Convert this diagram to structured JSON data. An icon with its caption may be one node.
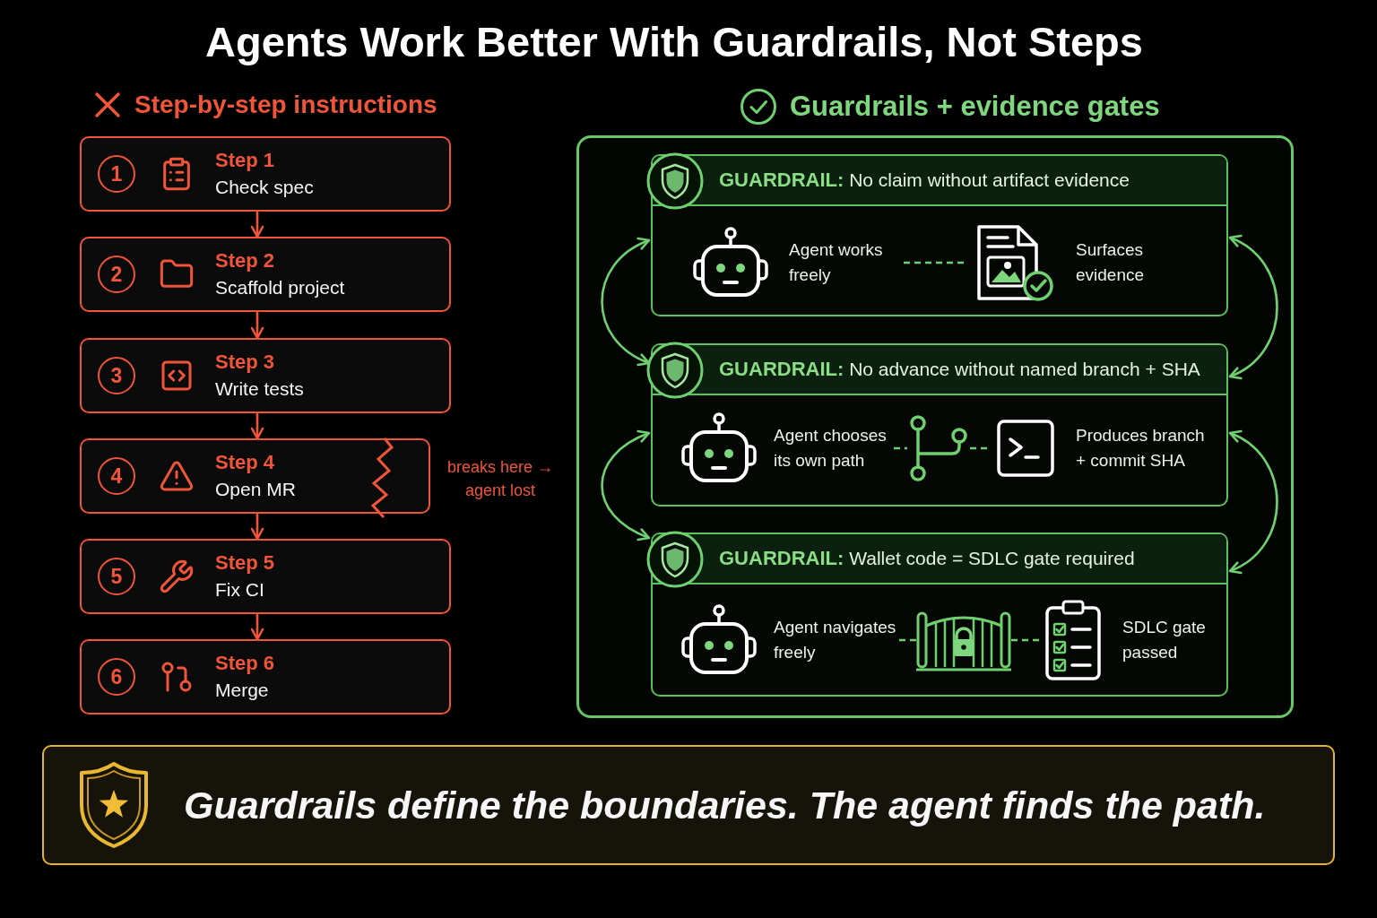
{
  "diagram": {
    "title": "Agents Work Better With Guardrails, Not Steps",
    "nodes": [
      {
        "text": [
          "1",
          "Step 1",
          "Check spec"
        ]
      },
      {
        "text": [
          "2",
          "Step 2",
          "Scaffold project"
        ]
      },
      {
        "text": [
          "3",
          "Step 3",
          "Write tests"
        ]
      },
      {
        "text": [
          "4",
          "Step 4",
          "Open MR"
        ],
        "beside": [
          "breaks here → agent lost"
        ]
      },
      {
        "text": [
          "5",
          "Step 5",
          "Fix CI"
        ]
      },
      {
        "text": [
          "6",
          "Step 6",
          "Merge"
        ]
      },
      {
        "text": [
          "Guardrails + evidence gates"
        ]
      },
      {
        "text": [
          "**GUARDRAIL:** No claim without artifact evidence"
        ],
        "in": 6
      },
      {
        "text": [
          "Agent works freely"
        ],
        "in": 7
      },
      {
        "text": [
          "Surfaces evidence"
        ],
        "in": 7
      },
      {
        "text": [
          "**GUARDRAIL:** No advance without named branch + SHA"
        ],
        "in": 6
      },
      {
        "text": [
          "Agent chooses its own path"
        ],
        "in": 10
      },
      {
        "text": [],
        "shape": "picture",
        "in": 10
      },
      {
        "text": [
          "Produces branch + commit SHA"
        ],
        "in": 10
      },
      {
        "text": [
          "**GUARDRAIL:** Wallet code = SDLC gate required"
        ],
        "in": 6
      },
      {
        "text": [
          "Agent navigates freely"
        ],
        "in": 14
      },
      {
        "text": [],
        "shape": "picture",
        "in": 14
      },
      {
        "text": [
          "SDLC gate passed"
        ],
        "in": 14
      },
      {
        "text": [
          "Guardrails define the boundaries. The agent finds the path."
        ]
      }
    ],
    "edges": [
      {
        "from": 0,
        "to": 1,
        "arrow": "to",
        "color": "#f0553a"
      },
      {
        "from": 1,
        "to": 2,
        "arrow": "to",
        "color": "#f0553a"
      },
      {
        "from": 2,
        "to": 3,
        "arrow": "to",
        "color": "#f0553a"
      },
      {
        "from": 3,
        "to": 4,
        "arrow": "to",
        "color": "#f0553a"
      },
      {
        "from": 4,
        "to": 5,
        "arrow": "to",
        "color": "#f0553a"
      },
      {
        "from": 8,
        "to": 9,
        "arrow": "none",
        "style": "dashed"
      },
      {
        "from": 11,
        "to": 12,
        "arrow": "none",
        "style": "dashed"
      },
      {
        "from": 12,
        "to": 13,
        "arrow": "none",
        "style": "dashed"
      },
      {
        "from": 15,
        "to": 16,
        "arrow": "none",
        "style": "dashed"
      },
      {
        "from": 16,
        "to": 17,
        "arrow": "none",
        "style": "dashed"
      },
      {
        "from": 7,
        "to": 10,
        "arrow": "both"
      },
      {
        "from": 7,
        "to": 10,
        "arrow": "both"
      },
      {
        "from": 10,
        "to": 14,
        "arrow": "both"
      },
      {
        "from": 10,
        "to": 14,
        "arrow": "both"
      }
    ],
    "labels": [
      "Step-by-step instructions"
    ]
  }
}
